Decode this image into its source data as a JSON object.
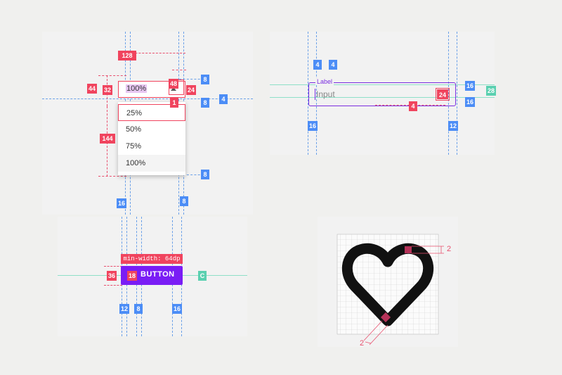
{
  "dropdown_spec": {
    "field_value": "100%",
    "options": [
      "25%",
      "50%",
      "75%",
      "100%"
    ],
    "labels": {
      "width": "128",
      "field_height": "44",
      "text_height": "32",
      "icon_size_a": "48",
      "icon_size_b": "24",
      "gap": "1",
      "menu_height": "144",
      "pad_8_a": "8",
      "pad_8_b": "8",
      "pad_4": "4",
      "pad_8_c": "8",
      "bottom_16": "16",
      "bottom_8": "8"
    }
  },
  "textfield_spec": {
    "label": "Label",
    "placeholder": "Input",
    "labels": {
      "top_4_a": "4",
      "top_4_b": "4",
      "right_16_a": "16",
      "right_28": "28",
      "right_16_b": "16",
      "icon_24": "24",
      "underline_4": "4",
      "left_16": "16",
      "right_12": "12"
    }
  },
  "button_spec": {
    "min_width": "min-width: 64dp",
    "button_label": "BUTTON",
    "labels": {
      "height_36": "36",
      "icon_18": "18",
      "teal_c": "C",
      "left_12": "12",
      "gap_8": "8",
      "right_16": "16"
    }
  },
  "icon_spec": {
    "stroke_top": "2",
    "stroke_bottom": "2"
  },
  "colors": {
    "accent_red": "#f0445e",
    "accent_blue": "#4c8df6",
    "accent_teal": "#5ad0b0",
    "button_purple": "#7a1df5",
    "textfield_purple": "#7a2ee0"
  }
}
